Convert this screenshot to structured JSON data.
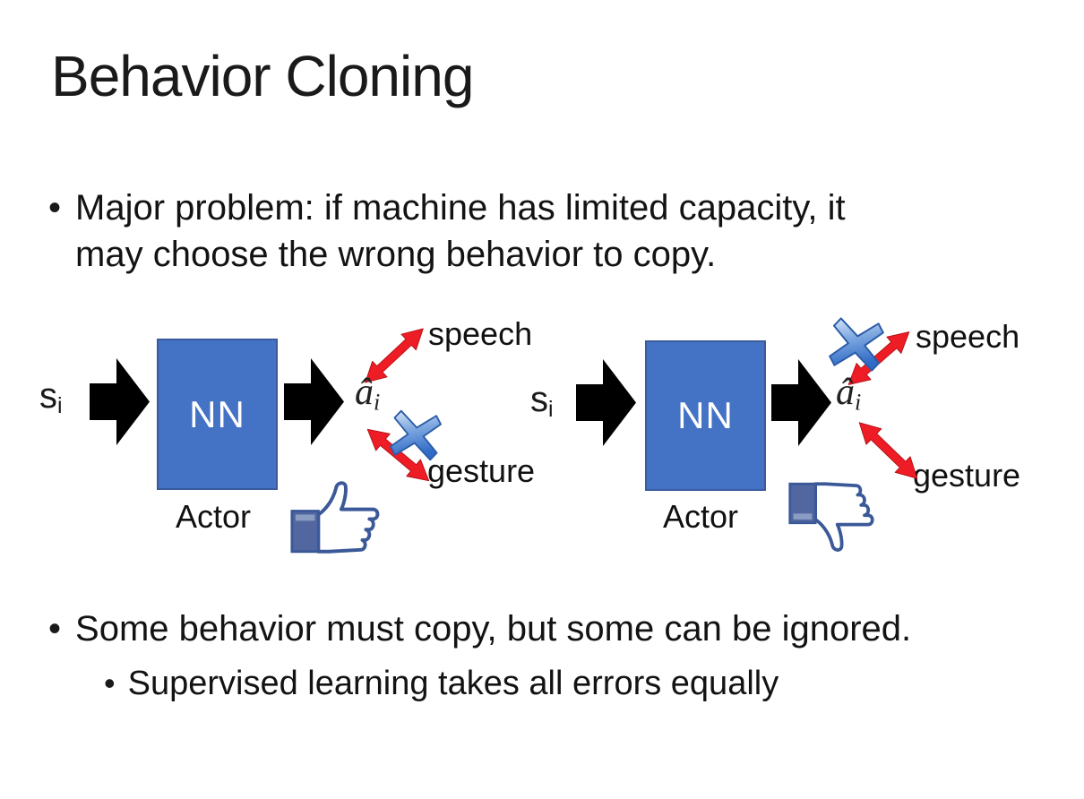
{
  "title": "Behavior Cloning",
  "bullets": {
    "marker": "•",
    "b1_line1": "Major problem: if machine has limited capacity, it",
    "b1_line2": "may choose the wrong behavior to copy.",
    "b2": "Some behavior must copy, but some can be ignored.",
    "b3": "Supervised learning takes all errors equally"
  },
  "diagrams": {
    "left": {
      "input_main": "s",
      "input_sub": "i",
      "nn": "NN",
      "output_main": "â",
      "output_sub": "i",
      "actor": "Actor",
      "speech": "speech",
      "gesture": "gesture",
      "blocked_action": "gesture",
      "feedback_icon": "thumbs-up"
    },
    "right": {
      "input_main": "s",
      "input_sub": "i",
      "nn": "NN",
      "output_main": "â",
      "output_sub": "i",
      "actor": "Actor",
      "speech": "speech",
      "gesture": "gesture",
      "blocked_action": "speech",
      "feedback_icon": "thumbs-down"
    }
  },
  "colors": {
    "background": "#FFFFFF",
    "text": "#1A1A1A",
    "nn_box_fill": "#4472C4",
    "nn_box_border": "#3A5A9E",
    "nn_text": "#FFFFFF",
    "flow_arrow": "#000000",
    "action_arrow_red": "#EE1C25",
    "cross_blue": "#4E86D4",
    "facebook_blue": "#3B5998"
  }
}
